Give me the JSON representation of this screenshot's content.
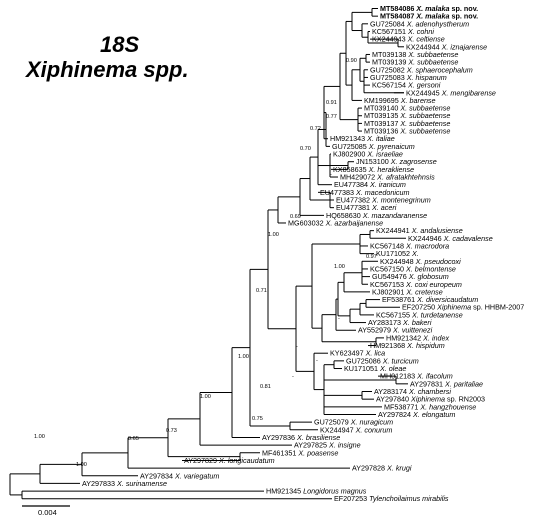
{
  "title": {
    "line1": "18S",
    "line2": "Xiphinema spp."
  },
  "scale_bar": {
    "label": "0.004"
  },
  "taxa": [
    {
      "acc": "MT584086",
      "sp": "X. malaka",
      "suffix": " sp. nov.",
      "bold": true
    },
    {
      "acc": "MT584087",
      "sp": "X. malaka",
      "suffix": " sp. nov.",
      "bold": true
    },
    {
      "acc": "GU725084",
      "sp": "X. adenohystherum"
    },
    {
      "acc": "KC567151",
      "sp": "X. cohni"
    },
    {
      "acc": "KX244943",
      "sp": "X. celtiense"
    },
    {
      "acc": "KX244944",
      "sp": "X. iznajarense"
    },
    {
      "acc": "MT039138",
      "sp": "X. subbaetense"
    },
    {
      "acc": "MT039139",
      "sp": "X. subbaetense"
    },
    {
      "acc": "GU725082",
      "sp": "X. sphaerocephalum"
    },
    {
      "acc": "GU725083",
      "sp": "X. hispanum"
    },
    {
      "acc": "KC567154",
      "sp": "X. gersoni"
    },
    {
      "acc": "KX244945",
      "sp": "X. mengibarense"
    },
    {
      "acc": "KM199695",
      "sp": "X. barense"
    },
    {
      "acc": "MT039140",
      "sp": "X. subbaetense"
    },
    {
      "acc": "MT039135",
      "sp": "X. subbaetense"
    },
    {
      "acc": "MT039137",
      "sp": "X. subbaetense"
    },
    {
      "acc": "MT039136",
      "sp": "X. subbaetense"
    },
    {
      "acc": "HM921343",
      "sp": "X. italiae"
    },
    {
      "acc": "GU725085",
      "sp": "X. pyrenaicum"
    },
    {
      "acc": "KJ802900",
      "sp": "X. israeliae"
    },
    {
      "acc": "JN153100",
      "sp": "X. zagrosense"
    },
    {
      "acc": "KX858635",
      "sp": "X. herakliense"
    },
    {
      "acc": "MH429072",
      "sp": "X. afratakhtehnsis"
    },
    {
      "acc": "EU477384",
      "sp": "X. iranicum"
    },
    {
      "acc": "EU477383",
      "sp": "X. macedonicum"
    },
    {
      "acc": "EU477382",
      "sp": "X. montenegrinum"
    },
    {
      "acc": "EU477381",
      "sp": "X. aceri"
    },
    {
      "acc": "HQ658630",
      "sp": "X. mazandaranense"
    },
    {
      "acc": "MG603032",
      "sp": "X. azarbaijanense"
    },
    {
      "acc": "KX244941",
      "sp": "X. andalusiense"
    },
    {
      "acc": "KX244946",
      "sp": "X. cadavalense"
    },
    {
      "acc": "KC567148",
      "sp": "X. macrodora"
    },
    {
      "acc": "KU171052",
      "sp": "X."
    },
    {
      "acc": "KX244948",
      "sp": "X. pseudocoxi"
    },
    {
      "acc": "KC567150",
      "sp": "X. belmontense"
    },
    {
      "acc": "GU549476",
      "sp": "X. globosum"
    },
    {
      "acc": "KC567153",
      "sp": "X. coxi europeum"
    },
    {
      "acc": "KJ802901",
      "sp": "X. cretense"
    },
    {
      "acc": "EF538761",
      "sp": "X. diversicaudatum"
    },
    {
      "acc": "EF207250",
      "sp": "Xiphinema",
      "suffix": " sp. HHBM-2007"
    },
    {
      "acc": "KC567155",
      "sp": "X. turdetanense"
    },
    {
      "acc": "AY283173",
      "sp": "X. bakeri"
    },
    {
      "acc": "AY552979",
      "sp": "X. vuittenezi"
    },
    {
      "acc": "HM921342",
      "sp": "X. index"
    },
    {
      "acc": "HM921368",
      "sp": "X. hispidum"
    },
    {
      "acc": "KY623497",
      "sp": "X. lica"
    },
    {
      "acc": "GU725086",
      "sp": "X. turcicum"
    },
    {
      "acc": "KU171051",
      "sp": "X. oleae"
    },
    {
      "acc": "MH012183",
      "sp": "X. ifacolum"
    },
    {
      "acc": "AY297831",
      "sp": "X. paritaliae"
    },
    {
      "acc": "AY283174",
      "sp": "X. chambersi"
    },
    {
      "acc": "AY297840",
      "sp": "Xiphinema",
      "suffix": " sp. RN2003"
    },
    {
      "acc": "MF538771",
      "sp": "X. hangzhouense"
    },
    {
      "acc": "AY297824",
      "sp": "X. elongatum"
    },
    {
      "acc": "GU725079",
      "sp": "X. nuragicum"
    },
    {
      "acc": "KX244947",
      "sp": "X. conurum"
    },
    {
      "acc": "AY297836",
      "sp": "X. brasiliense"
    },
    {
      "acc": "AY297825",
      "sp": "X. insigne"
    },
    {
      "acc": "MF461351",
      "sp": "X. poasense"
    },
    {
      "acc": "AY297829",
      "sp": "X. longicaudatum"
    },
    {
      "acc": "AY297828",
      "sp": "X. krugi"
    },
    {
      "acc": "AY297834",
      "sp": "X. variegatum"
    },
    {
      "acc": "AY297833",
      "sp": "X. surinamense"
    },
    {
      "acc": "HM921345",
      "sp": "Longidorus magnus"
    },
    {
      "acc": "EF207253",
      "sp": "Tylenchoilaimus mirabilis"
    }
  ],
  "support_labels": [
    "0.90",
    "0.91",
    "0.77",
    "0.72",
    "0.70",
    "0.69",
    "1.00",
    "0.97",
    "1.00",
    "0.71",
    "1.00",
    "0.81",
    "0.75",
    "1.00",
    "0.73",
    "0.65",
    "1.00",
    "1.00",
    "-",
    "-",
    "-",
    "-",
    "-"
  ]
}
